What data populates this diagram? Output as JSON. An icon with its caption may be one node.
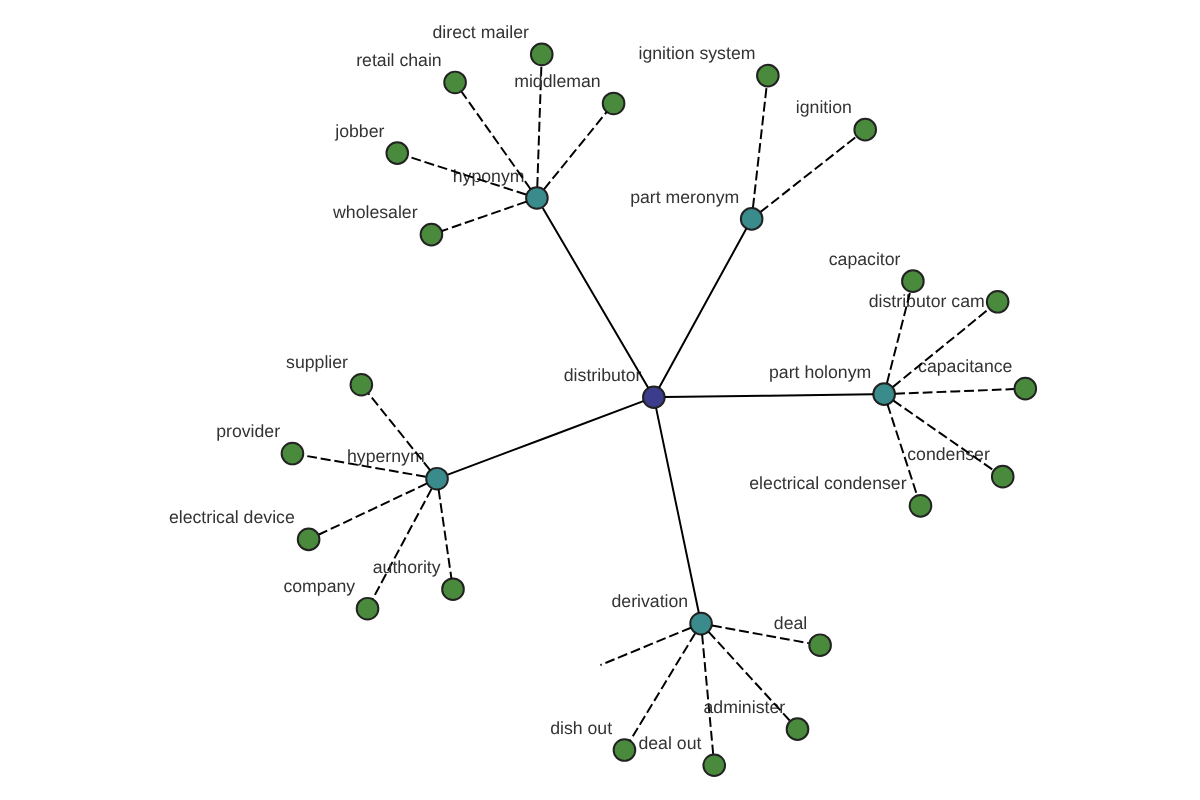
{
  "diagram": {
    "nodes": [
      {
        "text": [
          "distributor"
        ]
      },
      {
        "text": [
          "hypernym"
        ]
      },
      {
        "text": [
          "company"
        ]
      },
      {
        "text": [
          "supplier"
        ]
      },
      {
        "text": [
          "authority"
        ]
      },
      {
        "text": [
          "provider"
        ]
      },
      {
        "text": [
          "electrical device"
        ]
      },
      {
        "text": [
          "derivation"
        ]
      },
      {
        "text": [
          "deal out"
        ]
      },
      {
        "text": [
          "deal"
        ]
      },
      {
        "text": [
          "administer"
        ]
      },
      {
        "text": [
          "dish out"
        ]
      },
      {
        "text": [
          "part holonym"
        ]
      },
      {
        "text": [
          "capacitance"
        ]
      },
      {
        "text": [
          "distributor cam"
        ]
      },
      {
        "text": [
          "electrical condenser"
        ]
      },
      {
        "text": [
          "condenser"
        ]
      },
      {
        "text": [
          "capacitor"
        ]
      },
      {
        "text": [
          "hyponym"
        ]
      },
      {
        "text": [
          "retail chain"
        ]
      },
      {
        "text": [
          "wholesaler"
        ]
      },
      {
        "text": [
          "jobber"
        ]
      },
      {
        "text": [
          "direct mailer"
        ]
      },
      {
        "text": [
          "middleman"
        ]
      },
      {
        "text": [
          "part meronym"
        ]
      },
      {
        "text": [
          "ignition"
        ]
      },
      {
        "text": [
          "ignition system"
        ]
      }
    ],
    "edges": [
      {
        "from": 0,
        "to": 1,
        "arrow": "none"
      },
      {
        "from": 0,
        "to": 7,
        "arrow": "none"
      },
      {
        "from": 0,
        "to": 12,
        "arrow": "none"
      },
      {
        "from": 0,
        "to": 18,
        "arrow": "none"
      },
      {
        "from": 0,
        "to": 24,
        "arrow": "none"
      },
      {
        "from": 1,
        "to": 2,
        "arrow": "none",
        "style": "dashed"
      },
      {
        "from": 1,
        "to": 3,
        "arrow": "none",
        "style": "dashed"
      },
      {
        "from": 1,
        "to": 4,
        "arrow": "none",
        "style": "dashed"
      },
      {
        "from": 1,
        "to": 5,
        "arrow": "none",
        "style": "dashed"
      },
      {
        "from": 1,
        "to": 6,
        "arrow": "none",
        "style": "dashed"
      },
      {
        "from": 7,
        "to": 8,
        "arrow": "none",
        "style": "dashed"
      },
      {
        "from": 7,
        "to": 9,
        "arrow": "none",
        "style": "dashed"
      },
      {
        "from": 7,
        "to": null,
        "arrow": "none",
        "style": "dashed"
      },
      {
        "from": 7,
        "to": 10,
        "arrow": "none",
        "style": "dashed"
      },
      {
        "from": 7,
        "to": 11,
        "arrow": "none",
        "style": "dashed"
      },
      {
        "from": 12,
        "to": 13,
        "arrow": "none",
        "style": "dashed"
      },
      {
        "from": 12,
        "to": 14,
        "arrow": "none",
        "style": "dashed"
      },
      {
        "from": 12,
        "to": 15,
        "arrow": "none",
        "style": "dashed"
      },
      {
        "from": 12,
        "to": 16,
        "arrow": "none",
        "style": "dashed"
      },
      {
        "from": 12,
        "to": 17,
        "arrow": "none",
        "style": "dashed"
      },
      {
        "from": 18,
        "to": 19,
        "arrow": "none",
        "style": "dashed"
      },
      {
        "from": 18,
        "to": 20,
        "arrow": "none",
        "style": "dashed"
      },
      {
        "from": 18,
        "to": 21,
        "arrow": "none",
        "style": "dashed"
      },
      {
        "from": 18,
        "to": 22,
        "arrow": "none",
        "style": "dashed"
      },
      {
        "from": 18,
        "to": 23,
        "arrow": "none",
        "style": "dashed"
      },
      {
        "from": 24,
        "to": 25,
        "arrow": "none",
        "style": "dashed"
      },
      {
        "from": 24,
        "to": 26,
        "arrow": "none",
        "style": "dashed"
      }
    ]
  }
}
